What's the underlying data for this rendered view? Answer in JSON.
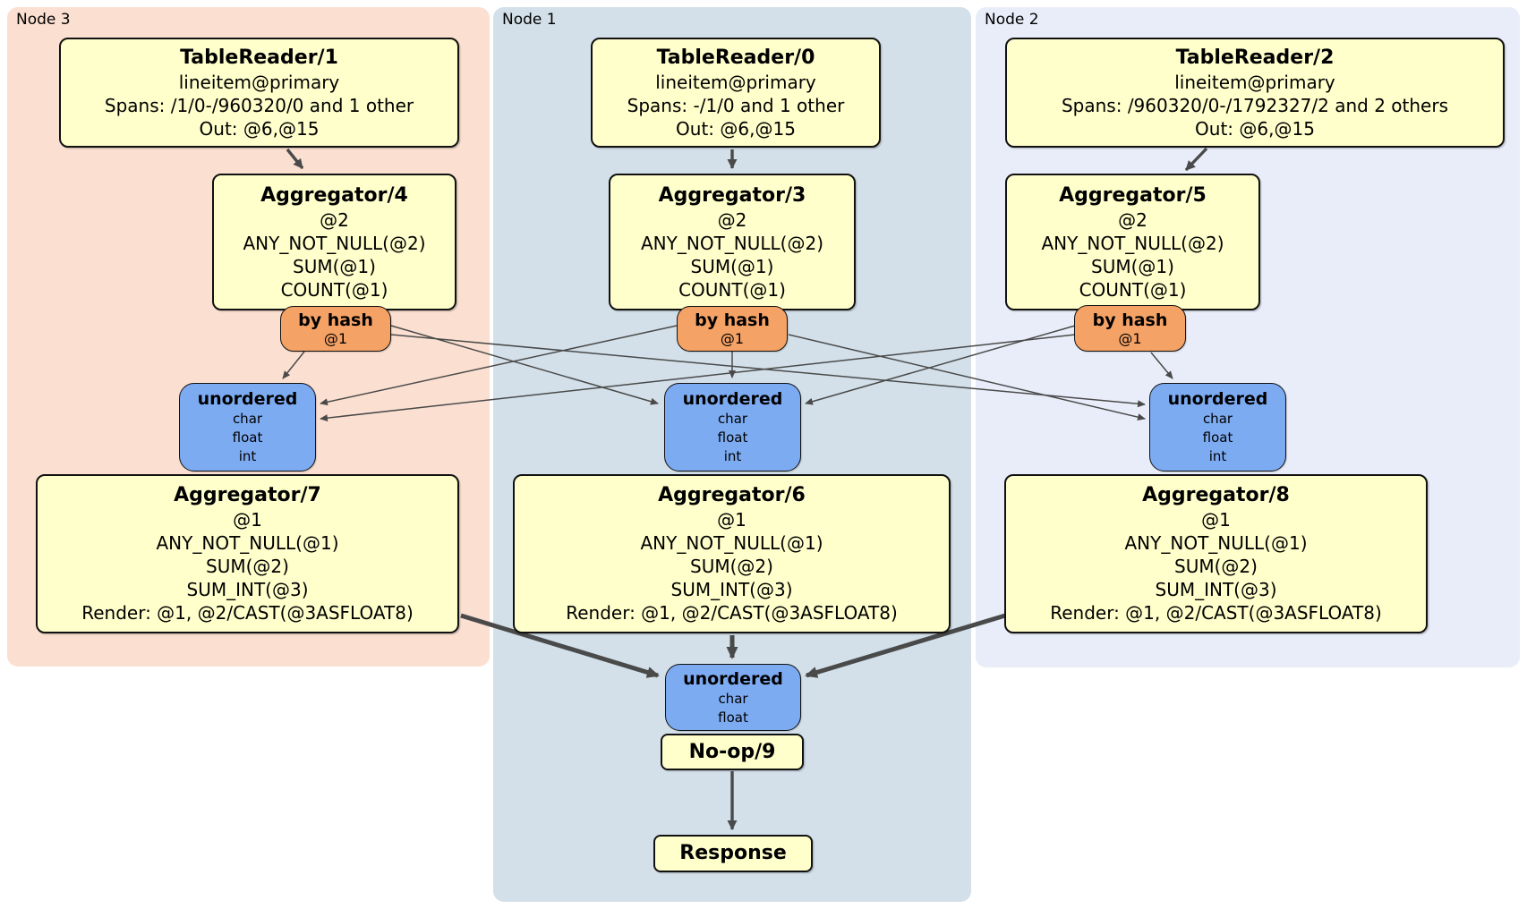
{
  "panels": {
    "node3": {
      "label": "Node 3"
    },
    "node1": {
      "label": "Node 1"
    },
    "node2": {
      "label": "Node 2"
    }
  },
  "processors": {
    "tr1": {
      "title": "TableReader/1",
      "lines": [
        "lineitem@primary",
        "Spans: /1/0-/960320/0 and 1 other",
        "Out: @6,@15"
      ]
    },
    "tr0": {
      "title": "TableReader/0",
      "lines": [
        "lineitem@primary",
        "Spans: -/1/0 and 1 other",
        "Out: @6,@15"
      ]
    },
    "tr2": {
      "title": "TableReader/2",
      "lines": [
        "lineitem@primary",
        "Spans: /960320/0-/1792327/2 and 2 others",
        "Out: @6,@15"
      ]
    },
    "agg4": {
      "title": "Aggregator/4",
      "lines": [
        "@2",
        "ANY_NOT_NULL(@2)",
        "SUM(@1)",
        "COUNT(@1)"
      ]
    },
    "agg3": {
      "title": "Aggregator/3",
      "lines": [
        "@2",
        "ANY_NOT_NULL(@2)",
        "SUM(@1)",
        "COUNT(@1)"
      ]
    },
    "agg5": {
      "title": "Aggregator/5",
      "lines": [
        "@2",
        "ANY_NOT_NULL(@2)",
        "SUM(@1)",
        "COUNT(@1)"
      ]
    },
    "agg7": {
      "title": "Aggregator/7",
      "lines": [
        "@1",
        "ANY_NOT_NULL(@1)",
        "SUM(@2)",
        "SUM_INT(@3)",
        "Render: @1, @2/CAST(@3ASFLOAT8)"
      ]
    },
    "agg6": {
      "title": "Aggregator/6",
      "lines": [
        "@1",
        "ANY_NOT_NULL(@1)",
        "SUM(@2)",
        "SUM_INT(@3)",
        "Render: @1, @2/CAST(@3ASFLOAT8)"
      ]
    },
    "agg8": {
      "title": "Aggregator/8",
      "lines": [
        "@1",
        "ANY_NOT_NULL(@1)",
        "SUM(@2)",
        "SUM_INT(@3)",
        "Render: @1, @2/CAST(@3ASFLOAT8)"
      ]
    },
    "noop": {
      "title": "No-op/9"
    },
    "response": {
      "title": "Response"
    }
  },
  "routers": {
    "r4": {
      "title": "by hash",
      "detail": "@1"
    },
    "r3": {
      "title": "by hash",
      "detail": "@1"
    },
    "r5": {
      "title": "by hash",
      "detail": "@1"
    }
  },
  "synchronizers": {
    "s7": {
      "title": "unordered",
      "items": [
        "char",
        "float",
        "int"
      ]
    },
    "s6": {
      "title": "unordered",
      "items": [
        "char",
        "float",
        "int"
      ]
    },
    "s8": {
      "title": "unordered",
      "items": [
        "char",
        "float",
        "int"
      ]
    },
    "s9": {
      "title": "unordered",
      "items": [
        "char",
        "float"
      ]
    }
  },
  "colors": {
    "panel_node3": "#fbe0d1",
    "panel_node1": "#d3e0e9",
    "panel_node2": "#e9edf9",
    "processor_fill": "#ffffcc",
    "router_fill": "#f5a266",
    "sync_fill": "#7dabf2",
    "border": "#111111",
    "edge": "#4a4a4a"
  }
}
